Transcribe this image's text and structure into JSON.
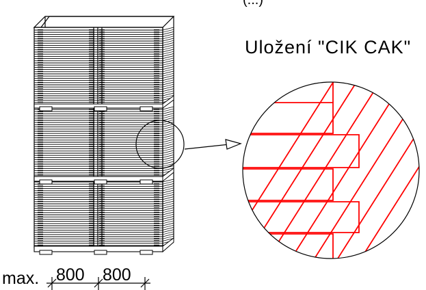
{
  "labels": {
    "top_fragment": "(...)",
    "title": "Uložení \"CIK CAK\"",
    "max_prefix": "max.",
    "dim_left": "800",
    "dim_right": "800"
  },
  "colors": {
    "line": "#000000",
    "detail": "#ff0000"
  }
}
